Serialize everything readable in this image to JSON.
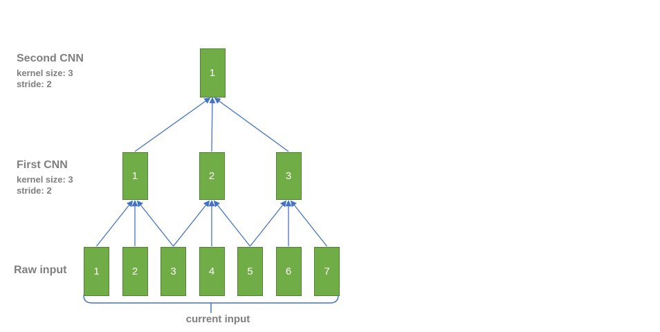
{
  "colors": {
    "box_fill": "#70ad47",
    "box_border": "#548235",
    "connector": "#4472c4",
    "label_text": "#7f7f7f",
    "number_text": "#ffffff",
    "background": "#ffffff"
  },
  "layers": {
    "second_cnn": {
      "title": "Second CNN",
      "details": [
        "kernel size: 3",
        "stride: 2"
      ],
      "boxes": [
        "1"
      ]
    },
    "first_cnn": {
      "title": "First CNN",
      "details": [
        "kernel size: 3",
        "stride: 2"
      ],
      "boxes": [
        "1",
        "2",
        "3"
      ]
    },
    "raw_input": {
      "title": "Raw input",
      "boxes": [
        "1",
        "2",
        "3",
        "4",
        "5",
        "6",
        "7"
      ]
    }
  },
  "annotation": {
    "current_input_label": "current input"
  },
  "connections": {
    "raw_to_first": [
      "1→1",
      "2→1",
      "3→1",
      "3→2",
      "4→2",
      "5→2",
      "5→3",
      "6→3",
      "7→3"
    ],
    "first_to_second": [
      "1→1",
      "2→1",
      "3→1"
    ]
  }
}
